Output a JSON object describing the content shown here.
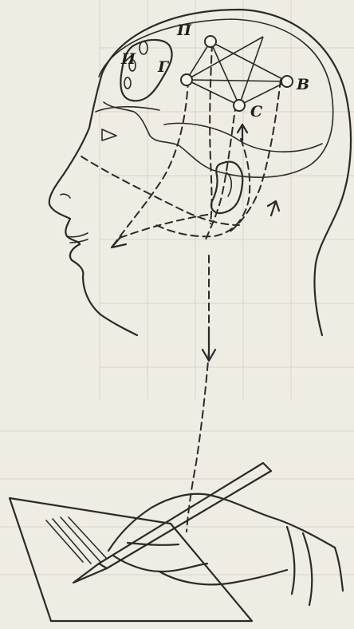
{
  "labels": {
    "p": "П",
    "i": "И",
    "g": "Г",
    "v": "В",
    "s": "С"
  },
  "colors": {
    "ink": "#2b2a28",
    "paper": "#efece4"
  }
}
